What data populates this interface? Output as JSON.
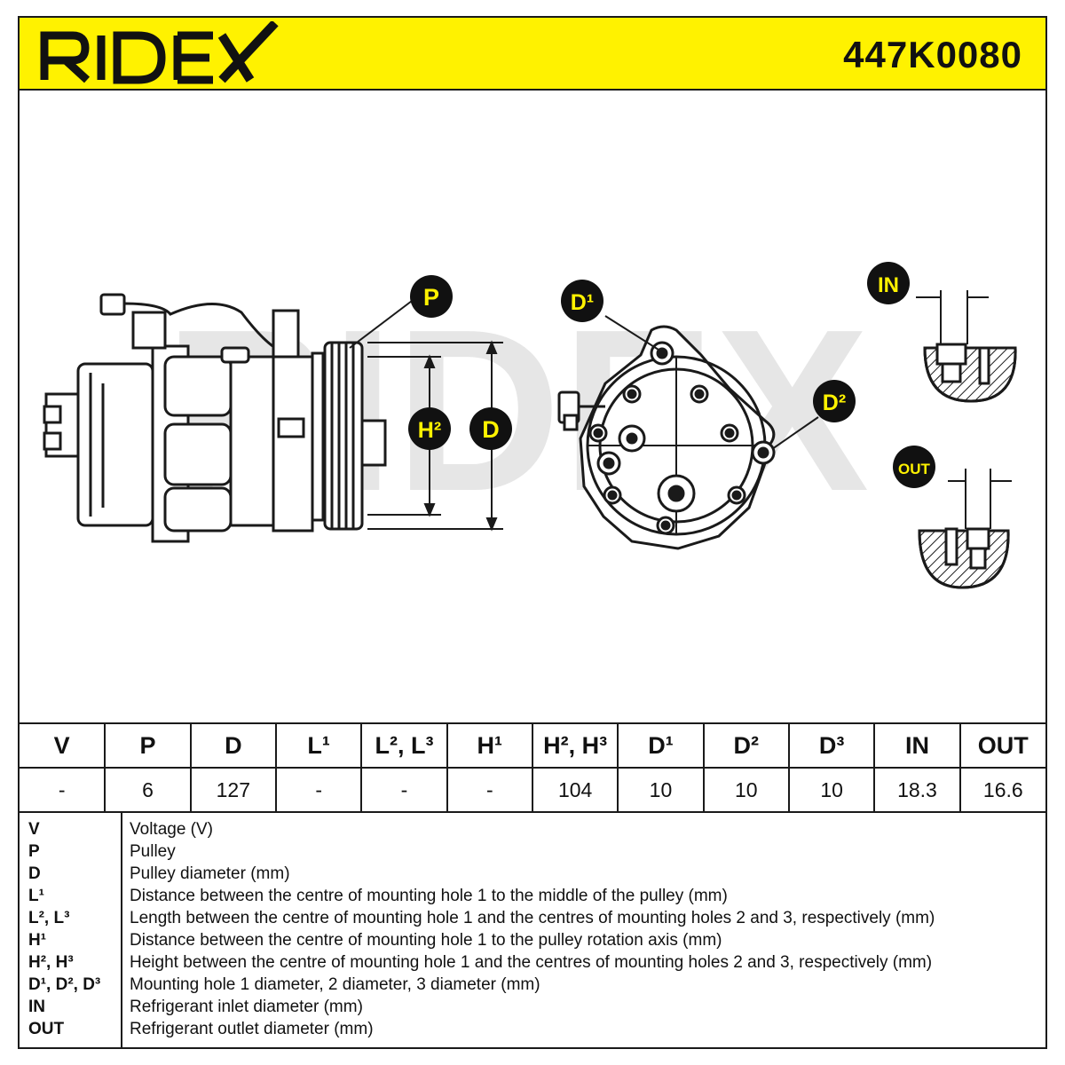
{
  "header": {
    "brand": "RIDEX",
    "part_number": "447K0080",
    "bg_color": "#fff200"
  },
  "drawing": {
    "watermark": "RIDEX",
    "labels": {
      "p": "P",
      "h2": "H²",
      "d": "D",
      "d1": "D¹",
      "d2": "D²",
      "in": "IN",
      "out": "OUT"
    }
  },
  "spec_table": {
    "headers": [
      "V",
      "P",
      "D",
      "L¹",
      "L², L³",
      "H¹",
      "H², H³",
      "D¹",
      "D²",
      "D³",
      "IN",
      "OUT"
    ],
    "values": [
      "-",
      "6",
      "127",
      "-",
      "-",
      "-",
      "104",
      "10",
      "10",
      "10",
      "18.3",
      "16.6"
    ]
  },
  "legend": [
    {
      "key": "V",
      "desc": "Voltage (V)"
    },
    {
      "key": "P",
      "desc": "Pulley"
    },
    {
      "key": "D",
      "desc": "Pulley diameter (mm)"
    },
    {
      "key": "L¹",
      "desc": "Distance between the centre of mounting hole 1 to the middle of the pulley (mm)"
    },
    {
      "key": "L², L³",
      "desc": "Length between the centre of mounting hole 1 and the centres of mounting holes 2 and 3, respectively (mm)"
    },
    {
      "key": "H¹",
      "desc": "Distance between the centre of mounting hole 1 to the pulley rotation axis (mm)"
    },
    {
      "key": "H², H³",
      "desc": "Height between the centre of mounting hole 1 and the centres of mounting holes 2 and 3, respectively (mm)"
    },
    {
      "key": "D¹, D², D³",
      "desc": "Mounting hole 1 diameter, 2 diameter, 3 diameter (mm)"
    },
    {
      "key": "IN",
      "desc": "Refrigerant inlet diameter (mm)"
    },
    {
      "key": "OUT",
      "desc": "Refrigerant outlet diameter (mm)"
    }
  ]
}
